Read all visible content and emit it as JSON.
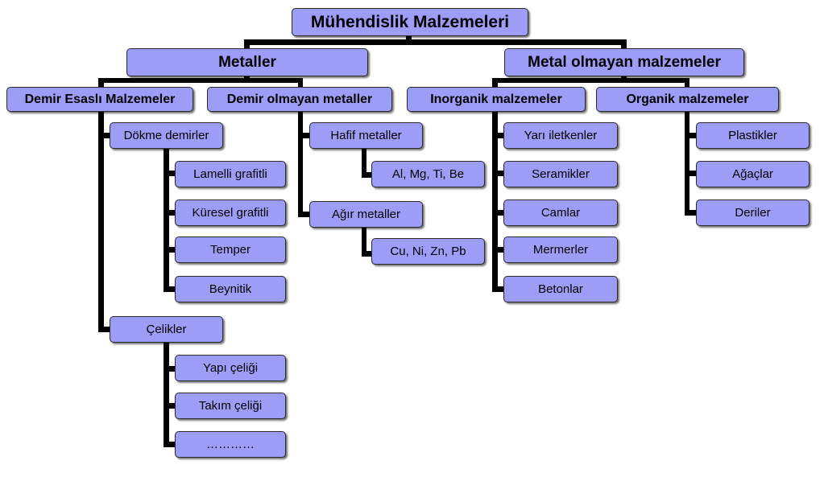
{
  "root": "Mühendislik Malzemeleri",
  "metals": {
    "title": "Metaller",
    "ferrous": {
      "title": "Demir Esaslı Malzemeler",
      "cast_irons": {
        "title": "Dökme demirler",
        "items": [
          "Lamelli grafitli",
          "Küresel grafitli",
          "Temper",
          "Beynitik"
        ]
      },
      "steels": {
        "title": "Çelikler",
        "items": [
          "Yapı çeliği",
          "Takım çeliği",
          "…………"
        ]
      }
    },
    "nonferrous": {
      "title": "Demir olmayan metaller",
      "light": {
        "title": "Hafif metaller",
        "items": [
          "Al, Mg, Ti, Be"
        ]
      },
      "heavy": {
        "title": "Ağır metaller",
        "items": [
          "Cu, Ni, Zn, Pb"
        ]
      }
    }
  },
  "nonmetals": {
    "title": "Metal olmayan malzemeler",
    "inorganic": {
      "title": "Inorganik malzemeler",
      "items": [
        "Yarı iletkenler",
        "Seramikler",
        "Camlar",
        "Mermerler",
        "Betonlar"
      ]
    },
    "organic": {
      "title": "Organik malzemeler",
      "items": [
        "Plastikler",
        "Ağaçlar",
        "Deriler"
      ]
    }
  },
  "colors": {
    "box_fill": "#9d9cf7",
    "box_border": "#2a2a2a",
    "connector": "#000000"
  }
}
